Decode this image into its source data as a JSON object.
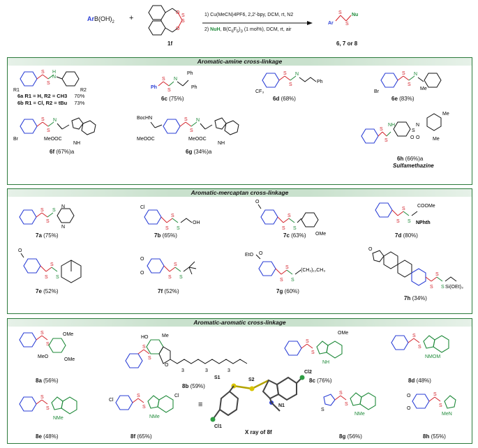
{
  "scheme": {
    "reactant": "ArB(OH)2",
    "reagent_label": "1f",
    "step1": "1) Cu(MeCN)4PF6, 2,2'-bpy, DCM, rt, N2",
    "step2": "2) NuH, B(C6F5)3 (1 mol%), DCM, rt, air",
    "product": "Ar-S-S-Nu",
    "product_label": "6, 7 or 8"
  },
  "panels": [
    {
      "title": "Aromatic-amine cross-linkage",
      "entries": [
        {
          "id": "6a/6b",
          "label": "6a R1 = H, R2 = CH3 70%; 6b R1 = Cl, R2 = tBu 73%"
        },
        {
          "id": "6c",
          "label": "6c (75%)"
        },
        {
          "id": "6d",
          "label": "6d (68%)"
        },
        {
          "id": "6e",
          "label": "6e (83%)"
        },
        {
          "id": "6f",
          "label": "6f (67%)a"
        },
        {
          "id": "6g",
          "label": "6g (34%)a"
        },
        {
          "id": "6h",
          "label": "6h (66%)a"
        }
      ],
      "note": "Sulfamethazine"
    },
    {
      "title": "Aromatic-mercaptan cross-linkage",
      "entries": [
        {
          "id": "7a",
          "label": "7a (75%)"
        },
        {
          "id": "7b",
          "label": "7b (65%)"
        },
        {
          "id": "7c",
          "label": "7c (63%)"
        },
        {
          "id": "7d",
          "label": "7d (80%)"
        },
        {
          "id": "7e",
          "label": "7e (52%)"
        },
        {
          "id": "7f",
          "label": "7f (52%)"
        },
        {
          "id": "7g",
          "label": "7g (60%)"
        },
        {
          "id": "7h",
          "label": "7h (34%)"
        }
      ]
    },
    {
      "title": "Aromatic-aromatic cross-linkage",
      "entries": [
        {
          "id": "8a",
          "label": "8a (56%)"
        },
        {
          "id": "8b",
          "label": "8b (59%)"
        },
        {
          "id": "8c",
          "label": "8c (76%)"
        },
        {
          "id": "8d",
          "label": "8d (48%)"
        },
        {
          "id": "8e",
          "label": "8e (48%)"
        },
        {
          "id": "8f",
          "label": "8f (65%)"
        },
        {
          "id": "8g",
          "label": "8g (56%)"
        },
        {
          "id": "8h",
          "label": "8h (55%)"
        }
      ],
      "xray_caption": "X ray of 8f"
    }
  ],
  "labels": {
    "a6_line1": "6a R1 = H, R2 = CH3",
    "a6_y1": "70%",
    "a6_line2": "6b R1 = Cl, R2 = tBu",
    "a6_y2": "73%",
    "c6": "6c",
    "c6y": "(75%)",
    "d6": "6d",
    "d6y": "(68%)",
    "e6": "6e",
    "e6y": "(83%)",
    "f6": "6f",
    "f6y": "(67%)a",
    "g6": "6g",
    "g6y": "(34%)a",
    "h6": "6h",
    "h6y": "(66%)a",
    "sulfa": "Sulfamethazine",
    "a7": "7a",
    "a7y": "(75%)",
    "b7": "7b",
    "b7y": "(65%)",
    "c7": "7c",
    "c7y": "(63%)",
    "d7": "7d",
    "d7y": "(80%)",
    "e7": "7e",
    "e7y": "(52%)",
    "f7": "7f",
    "f7y": "(52%)",
    "g7": "7g",
    "g7y": "(60%)",
    "h7": "7h",
    "h7y": "(34%)",
    "a8": "8a",
    "a8y": "(56%)",
    "b8": "8b",
    "b8y": "(59%)",
    "c8": "8c",
    "c8y": "(76%)",
    "d8": "8d",
    "d8y": "(48%)",
    "e8": "8e",
    "e8y": "(48%)",
    "f8": "8f",
    "f8y": "(65%)",
    "g8": "8g",
    "g8y": "(56%)",
    "h8": "8h",
    "h8y": "(55%)",
    "xray": "X ray of 8f",
    "xray_s1": "S1",
    "xray_s2": "S2",
    "xray_cl1": "Cl1",
    "xray_cl2": "Cl2",
    "xray_n1": "N1"
  }
}
